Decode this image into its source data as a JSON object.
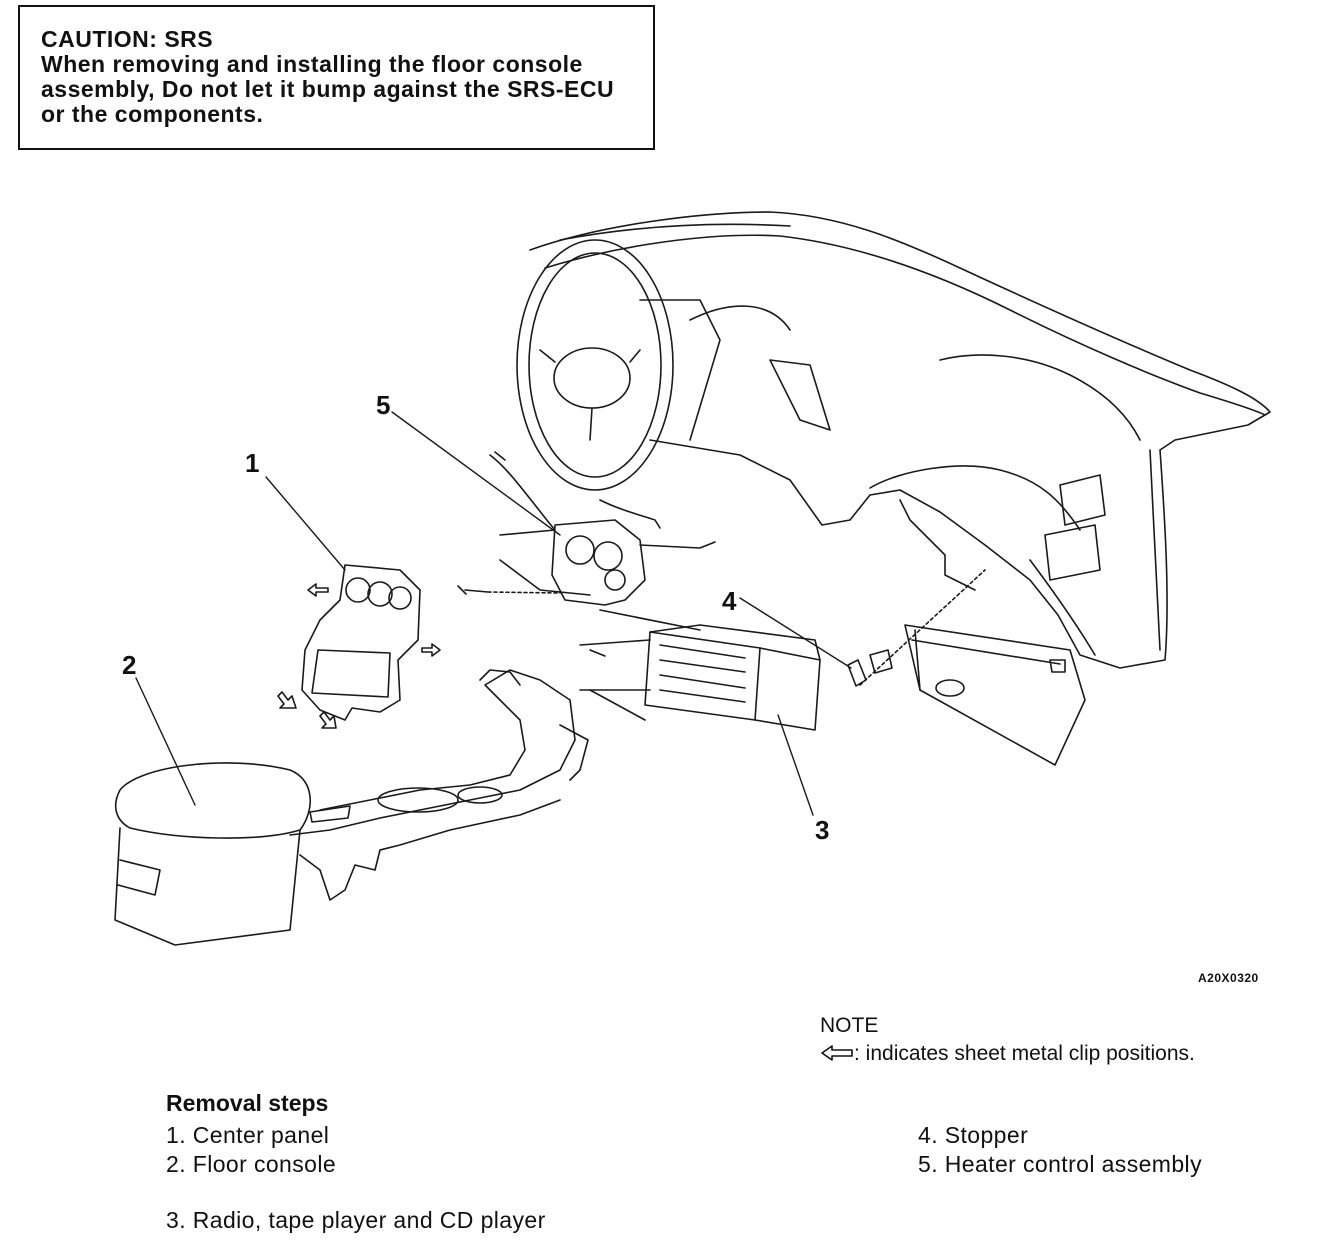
{
  "caution": {
    "title": "CAUTION: SRS",
    "lines": [
      "When removing and installing the floor console",
      "assembly, Do not let it bump against the SRS-ECU",
      "or the components."
    ]
  },
  "callouts": [
    "1",
    "2",
    "3",
    "4",
    "5"
  ],
  "figure_code": "A20X0320",
  "note": {
    "heading": "NOTE",
    "text": ": indicates sheet metal clip positions."
  },
  "removal_steps": {
    "title": "Removal steps",
    "items": [
      "1. Center panel",
      "2. Floor console",
      "3. Radio, tape player and CD player",
      "4. Stopper",
      "5. Heater control assembly"
    ]
  }
}
